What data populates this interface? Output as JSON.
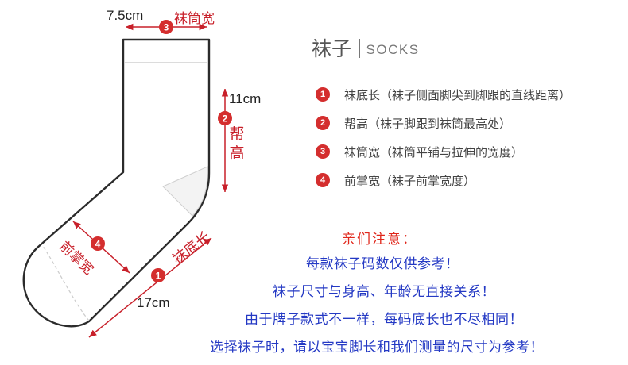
{
  "diagram": {
    "title_cn": "袜子",
    "title_en": "SOCKS",
    "measurements": {
      "width_value": "7.5cm",
      "width_label": "袜筒宽",
      "height_value": "11cm",
      "height_label_chars": [
        "帮",
        "高"
      ],
      "length_value": "17cm",
      "length_label": "袜底长",
      "forefoot_label": "前掌宽"
    },
    "badges": [
      "1",
      "2",
      "3",
      "4"
    ],
    "legend": [
      {
        "num": "1",
        "text": "袜底长（袜子侧面脚尖到脚跟的直线距离）"
      },
      {
        "num": "2",
        "text": "帮高（袜子脚跟到袜筒最高处）"
      },
      {
        "num": "3",
        "text": "袜筒宽（袜筒平铺与拉伸的宽度）"
      },
      {
        "num": "4",
        "text": "前掌宽（袜子前掌宽度）"
      }
    ],
    "notes": {
      "title": "亲们注意：",
      "lines": [
        "每款袜子码数仅供参考！",
        "袜子尺寸与身高、年龄无直接关系！",
        "由于牌子款式不一样，每码底长也不尽相同！",
        "选择袜子时，请以宝宝脚长和我们测量的尺寸为参考！"
      ]
    },
    "colors": {
      "accent_red": "#d42e2e",
      "note_red": "#e0261a",
      "note_blue": "#2439c4",
      "outline": "#2b2b2b"
    }
  }
}
